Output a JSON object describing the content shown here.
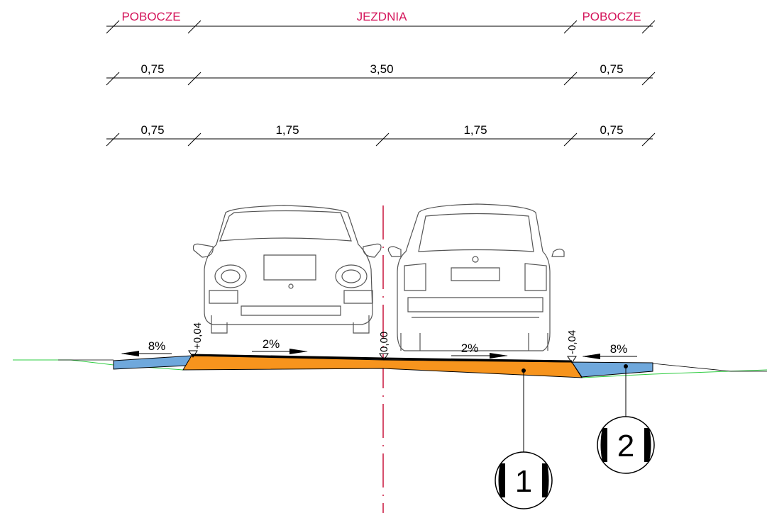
{
  "zones": {
    "left": "POBOCZE",
    "center": "JEZDNIA",
    "right": "POBOCZE"
  },
  "dimensions_row1": [
    "0,75",
    "3,50",
    "0,75"
  ],
  "dimensions_row2": [
    "0,75",
    "1,75",
    "1,75",
    "0,75"
  ],
  "levels": {
    "left_edge": "+0,04",
    "axis": "0,00",
    "right_edge": "-0,04"
  },
  "slopes": {
    "left_shoulder": "8%",
    "left_lane": "2%",
    "right_lane": "2%",
    "right_shoulder": "8%"
  },
  "callouts": {
    "pavement": "1",
    "shoulder": "2"
  },
  "colors": {
    "zone_text": "#d4145a",
    "axis_line": "#c8143c",
    "pavement_fill": "#f7941d",
    "shoulder_fill": "#6fa8dc",
    "terrain_line": "#2ecc40"
  }
}
